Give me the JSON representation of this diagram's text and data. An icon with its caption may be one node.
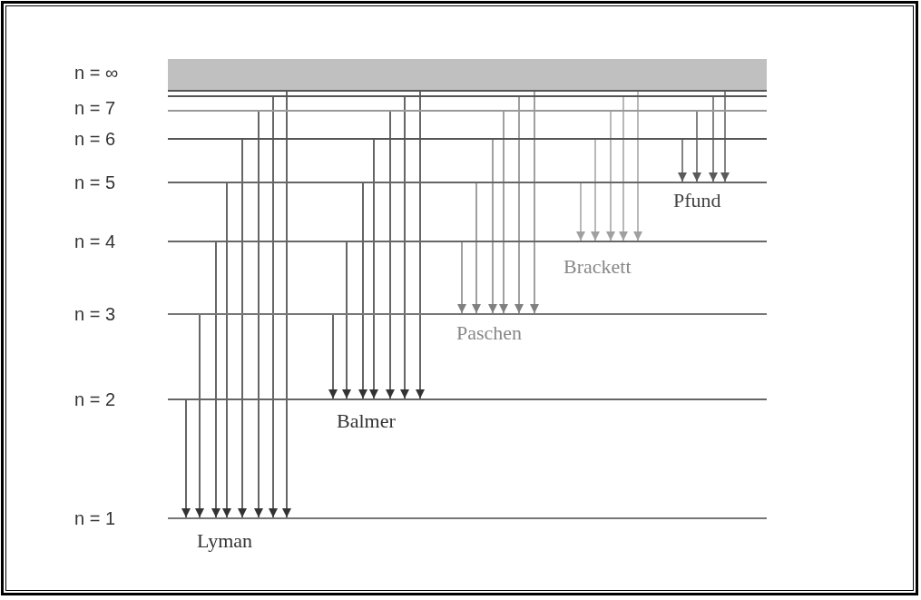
{
  "diagram": {
    "nodes": [
      {
        "text": [],
        "shape": "box",
        "beside": [
          "n = ∞"
        ]
      },
      {
        "text": [],
        "shape": "bar"
      },
      {
        "text": [],
        "shape": "bar",
        "beside": [
          "n = 7"
        ]
      },
      {
        "text": [],
        "shape": "bar",
        "beside": [
          "n = 6"
        ]
      },
      {
        "text": [],
        "shape": "bar",
        "beside": [
          "n = 5"
        ]
      },
      {
        "text": [],
        "shape": "bar",
        "beside": [
          "n = 4"
        ]
      },
      {
        "text": [],
        "shape": "bar",
        "beside": [
          "n = 3"
        ]
      },
      {
        "text": [],
        "shape": "bar",
        "beside": [
          "n = 2"
        ]
      },
      {
        "text": [],
        "shape": "bar",
        "beside": [
          "n = 1"
        ]
      }
    ],
    "edges": [
      {
        "from": 7,
        "to": 8,
        "arrow": "to"
      },
      {
        "from": 6,
        "to": 8,
        "arrow": "to"
      },
      {
        "from": 5,
        "to": 8,
        "arrow": "to"
      },
      {
        "from": 4,
        "to": 8,
        "arrow": "to"
      },
      {
        "from": 3,
        "to": 8,
        "arrow": "to"
      },
      {
        "from": 2,
        "to": 8,
        "arrow": "to"
      },
      {
        "from": 1,
        "to": 8,
        "arrow": "to"
      },
      {
        "from": 0,
        "to": 8,
        "arrow": "to"
      },
      {
        "from": 6,
        "to": 7,
        "arrow": "to"
      },
      {
        "from": 5,
        "to": 7,
        "arrow": "to"
      },
      {
        "from": 4,
        "to": 7,
        "arrow": "to"
      },
      {
        "from": 3,
        "to": 7,
        "arrow": "to"
      },
      {
        "from": 2,
        "to": 7,
        "arrow": "to"
      },
      {
        "from": 1,
        "to": 7,
        "arrow": "to"
      },
      {
        "from": 0,
        "to": 7,
        "arrow": "to"
      },
      {
        "from": 5,
        "to": 6,
        "arrow": "to",
        "color": "#808080"
      },
      {
        "from": 4,
        "to": 6,
        "arrow": "to",
        "color": "#808080"
      },
      {
        "from": 3,
        "to": 6,
        "arrow": "to",
        "color": "#808080"
      },
      {
        "from": 2,
        "to": 6,
        "arrow": "to",
        "color": "#808080"
      },
      {
        "from": 1,
        "to": 6,
        "arrow": "to",
        "color": "#808080"
      },
      {
        "from": 0,
        "to": 6,
        "arrow": "to",
        "color": "#808080"
      },
      {
        "from": 4,
        "to": 5,
        "arrow": "to",
        "color": "#a0a0a0"
      },
      {
        "from": 3,
        "to": 5,
        "arrow": "to",
        "color": "#a0a0a0"
      },
      {
        "from": 2,
        "to": 5,
        "arrow": "to",
        "color": "#a0a0a0"
      },
      {
        "from": 1,
        "to": 5,
        "arrow": "to",
        "color": "#a0a0a0"
      },
      {
        "from": 0,
        "to": 5,
        "arrow": "to",
        "color": "#a0a0a0"
      },
      {
        "from": 3,
        "to": 4,
        "arrow": "to",
        "color": "#5a5a5a"
      },
      {
        "from": 2,
        "to": 4,
        "arrow": "to",
        "color": "#5a5a5a"
      },
      {
        "from": 1,
        "to": 4,
        "arrow": "to",
        "color": "#5a5a5a"
      },
      {
        "from": 0,
        "to": 4,
        "arrow": "to",
        "color": "#5a5a5a"
      }
    ],
    "labels": [
      "Pfund",
      "Brackett",
      "Paschen",
      "Balmer",
      "Lyman"
    ]
  }
}
